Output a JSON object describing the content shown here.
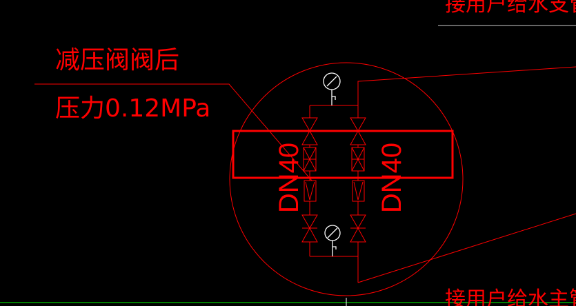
{
  "labels": {
    "after_valve": "减压阀阀后",
    "pressure": "压力0.12MPa",
    "branch_pipe": "接用户给水支管",
    "main_pipe": "接用户给水主管",
    "dn_left": "DN40",
    "dn_right": "DN40"
  },
  "colors": {
    "background": "#000000",
    "lines": "#ff0000",
    "gauge": "#ffffff",
    "highlight": "#ff0000",
    "baseline": "#00ff00"
  }
}
